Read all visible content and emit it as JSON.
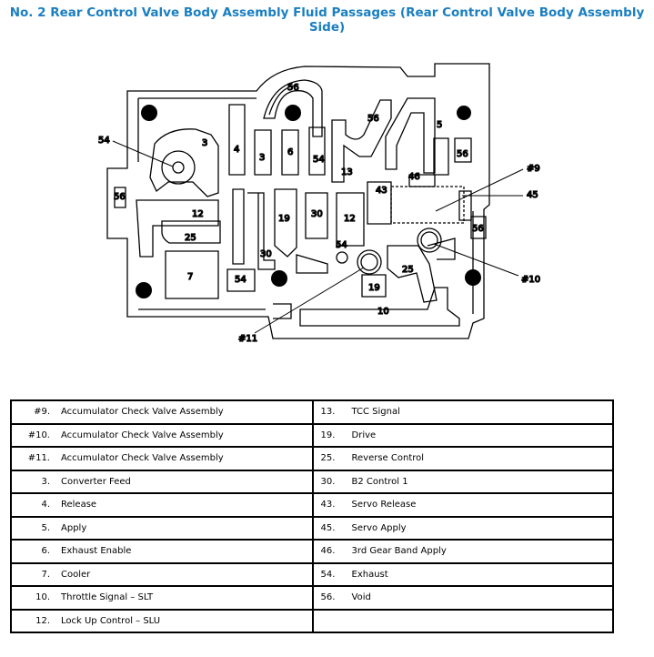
{
  "title": {
    "line1": "No. 2 Rear Control Valve Body Assembly Fluid Passages (Rear Control Valve Body Assembly",
    "line2": "Side)"
  },
  "diagram": {
    "labels": [
      "56",
      "56",
      "5",
      "3",
      "4",
      "3",
      "6",
      "54",
      "54",
      "56",
      "13",
      "46",
      "#9",
      "45",
      "56",
      "43",
      "12",
      "19",
      "30",
      "12",
      "56",
      "25",
      "54",
      "30",
      "7",
      "54",
      "25",
      "19",
      "#10",
      "10",
      "#11"
    ]
  },
  "legend": {
    "left": [
      {
        "num": "#9.",
        "text": "Accumulator Check Valve Assembly"
      },
      {
        "num": "#10.",
        "text": "Accumulator Check Valve Assembly"
      },
      {
        "num": "#11.",
        "text": "Accumulator Check Valve Assembly"
      },
      {
        "num": "3.",
        "text": "Converter Feed"
      },
      {
        "num": "4.",
        "text": "Release"
      },
      {
        "num": "5.",
        "text": "Apply"
      },
      {
        "num": "6.",
        "text": "Exhaust Enable"
      },
      {
        "num": "7.",
        "text": "Cooler"
      },
      {
        "num": "10.",
        "text": "Throttle Signal – SLT"
      },
      {
        "num": "12.",
        "text": "Lock Up Control – SLU"
      }
    ],
    "right": [
      {
        "num": "13.",
        "text": "TCC Signal"
      },
      {
        "num": "19.",
        "text": "Drive"
      },
      {
        "num": "25.",
        "text": "Reverse Control"
      },
      {
        "num": "30.",
        "text": "B2 Control 1"
      },
      {
        "num": "43.",
        "text": "Servo Release"
      },
      {
        "num": "45.",
        "text": "Servo Apply"
      },
      {
        "num": "46.",
        "text": "3rd Gear Band Apply"
      },
      {
        "num": "54.",
        "text": "Exhaust"
      },
      {
        "num": "56.",
        "text": "Void"
      },
      {
        "num": "",
        "text": ""
      }
    ]
  }
}
